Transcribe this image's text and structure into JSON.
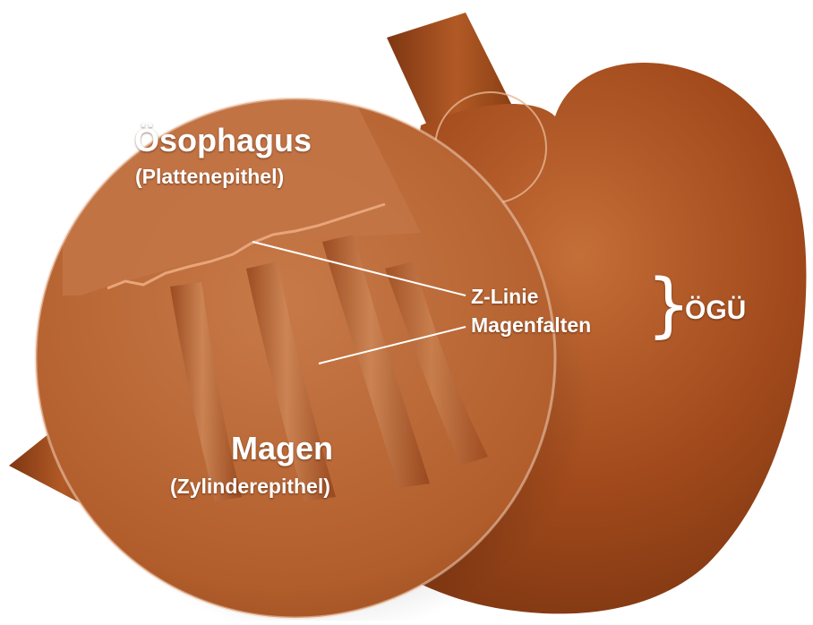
{
  "labels": {
    "oesophagus_title": "Ösophagus",
    "oesophagus_sub": "(Plattenepithel)",
    "magen_title": "Magen",
    "magen_sub": "(Zylinderepithel)",
    "z_linie": "Z-Linie",
    "magenfalten": "Magenfalten",
    "brace": "}",
    "ogu": "ÖGÜ"
  },
  "colors": {
    "stomach_base": "#a24a1c",
    "stomach_light": "#c8703a",
    "stomach_dark": "#6e2d0c",
    "lens_epithelium": "#c07040",
    "label": "#ffffff"
  },
  "icons": [
    "magnifier-lens",
    "stomach-illustration",
    "curly-brace"
  ]
}
